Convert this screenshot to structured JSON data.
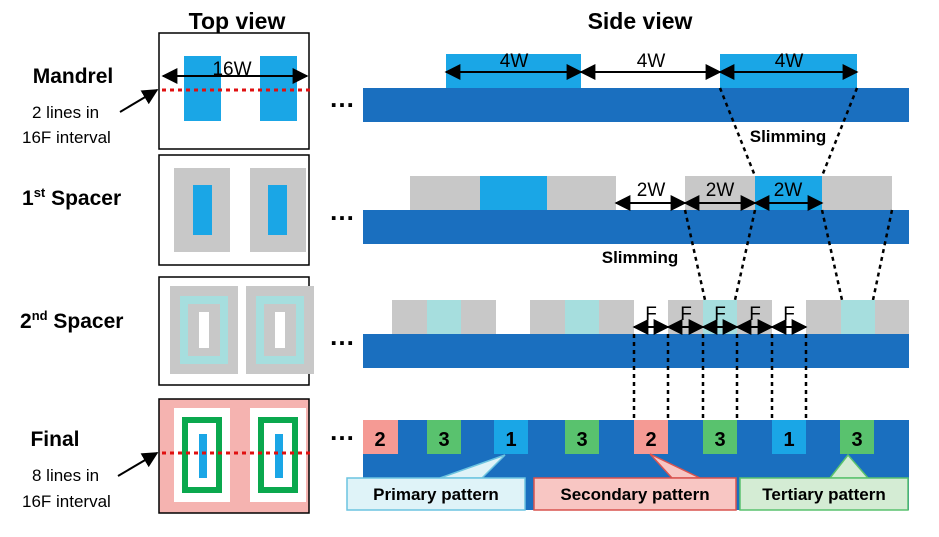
{
  "headings": {
    "top_view": "Top view",
    "side_view": "Side view"
  },
  "rows": {
    "mandrel": {
      "label": "Mandrel",
      "note_line1": "2 lines in",
      "note_line2": "16F interval"
    },
    "spacer1": {
      "label_prefix": "1",
      "label_sup": "st",
      "label_suffix": " Spacer"
    },
    "spacer2": {
      "label_prefix": "2",
      "label_sup": "nd",
      "label_suffix": " Spacer"
    },
    "final": {
      "label": "Final",
      "note_line1": "8 lines in",
      "note_line2": "16F interval"
    }
  },
  "dims": {
    "top_width": "16W",
    "mandrel": [
      "4W",
      "4W",
      "4W"
    ],
    "spacer1": [
      "2W",
      "2W",
      "2W"
    ],
    "spacer2": [
      "F",
      "F",
      "F",
      "F",
      "F"
    ]
  },
  "annotations": {
    "slimming_1": "Slimming",
    "slimming_2": "Slimming",
    "ellipsis": "…"
  },
  "final_numbers": [
    "2",
    "3",
    "1",
    "3",
    "2",
    "3",
    "1",
    "3"
  ],
  "callouts": {
    "primary": "Primary pattern",
    "secondary": "Secondary pattern",
    "tertiary": "Tertiary pattern"
  },
  "colors": {
    "substrate": "#1a6fbf",
    "mandrel": "#1aa6e6",
    "spacer_gray": "#c8c8c8",
    "spacer2_teal": "#a6dede",
    "primary": "#1aa6e6",
    "secondary": "#f59a94",
    "tertiary": "#59c26e",
    "red_dotted": "#e01010",
    "frame_final_bg": "#f5b3b0",
    "final_green": "#0aa84e"
  }
}
